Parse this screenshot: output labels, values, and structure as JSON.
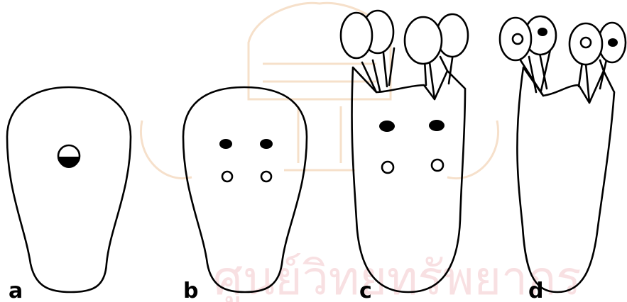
{
  "figure": {
    "panel_labels": [
      "a",
      "b",
      "c",
      "d"
    ]
  },
  "watermark": {
    "text": "ศูนย์วิทยทรัพยากร",
    "color": "#f4c7cc",
    "emblem_color": "#efc7a0"
  },
  "colors": {
    "line": "#000000",
    "background": "#ffffff"
  }
}
